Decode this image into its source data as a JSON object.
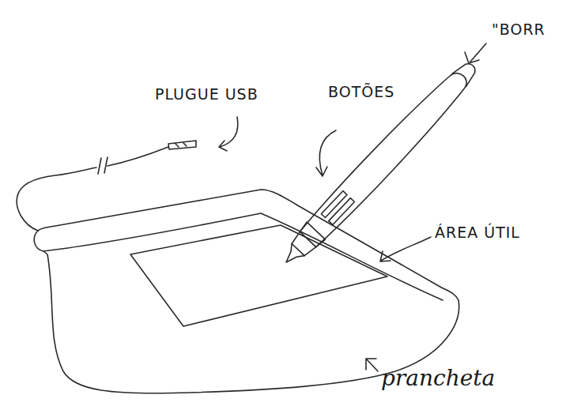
{
  "diagram": {
    "labels": [
      "\"BORR",
      "PLUGUE USB",
      "BOTÕES",
      "ÁREA ÚTIL",
      "prancheta"
    ]
  }
}
